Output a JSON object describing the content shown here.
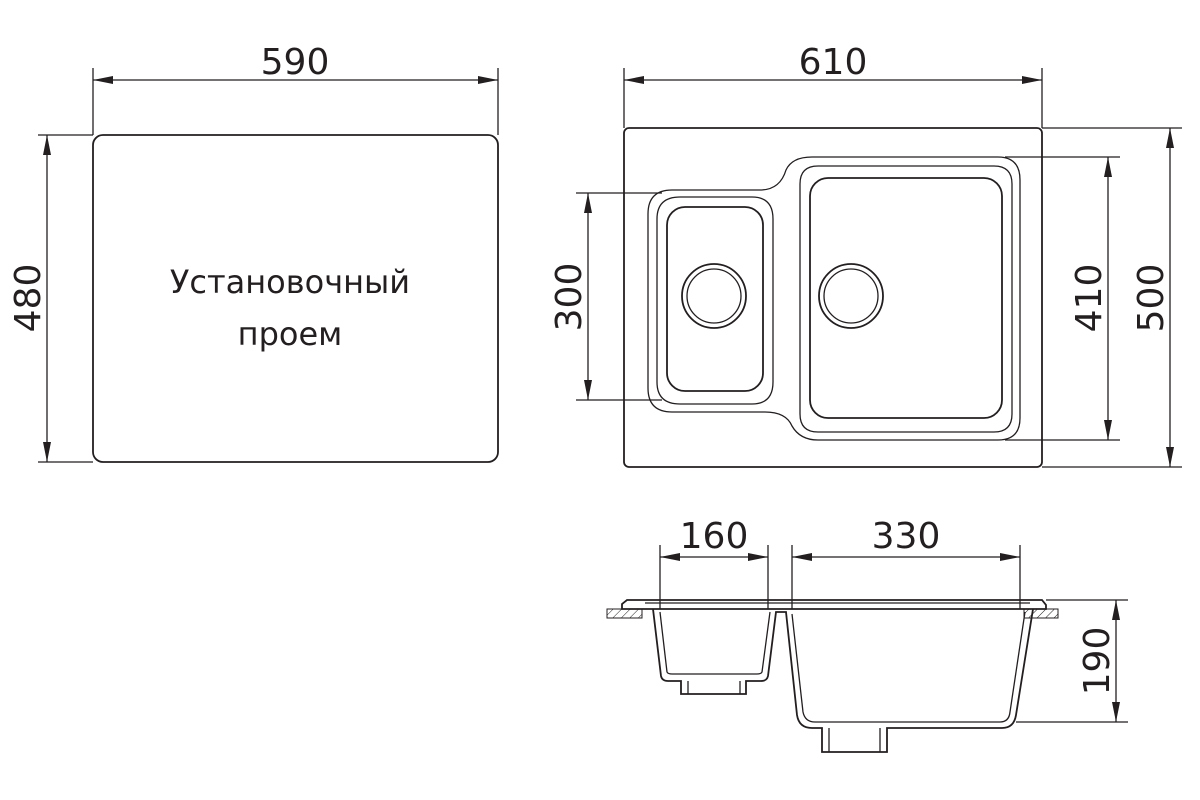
{
  "cutout": {
    "width": "590",
    "height": "480",
    "label_line1": "Установочный",
    "label_line2": "проем"
  },
  "sink_top": {
    "width": "610",
    "height": "500",
    "small_bowl_height": "300",
    "large_bowl_height": "410"
  },
  "sink_section": {
    "small_bowl_width": "160",
    "large_bowl_width": "330",
    "depth": "190"
  },
  "colors": {
    "line": "#231f20",
    "background": "#ffffff"
  }
}
